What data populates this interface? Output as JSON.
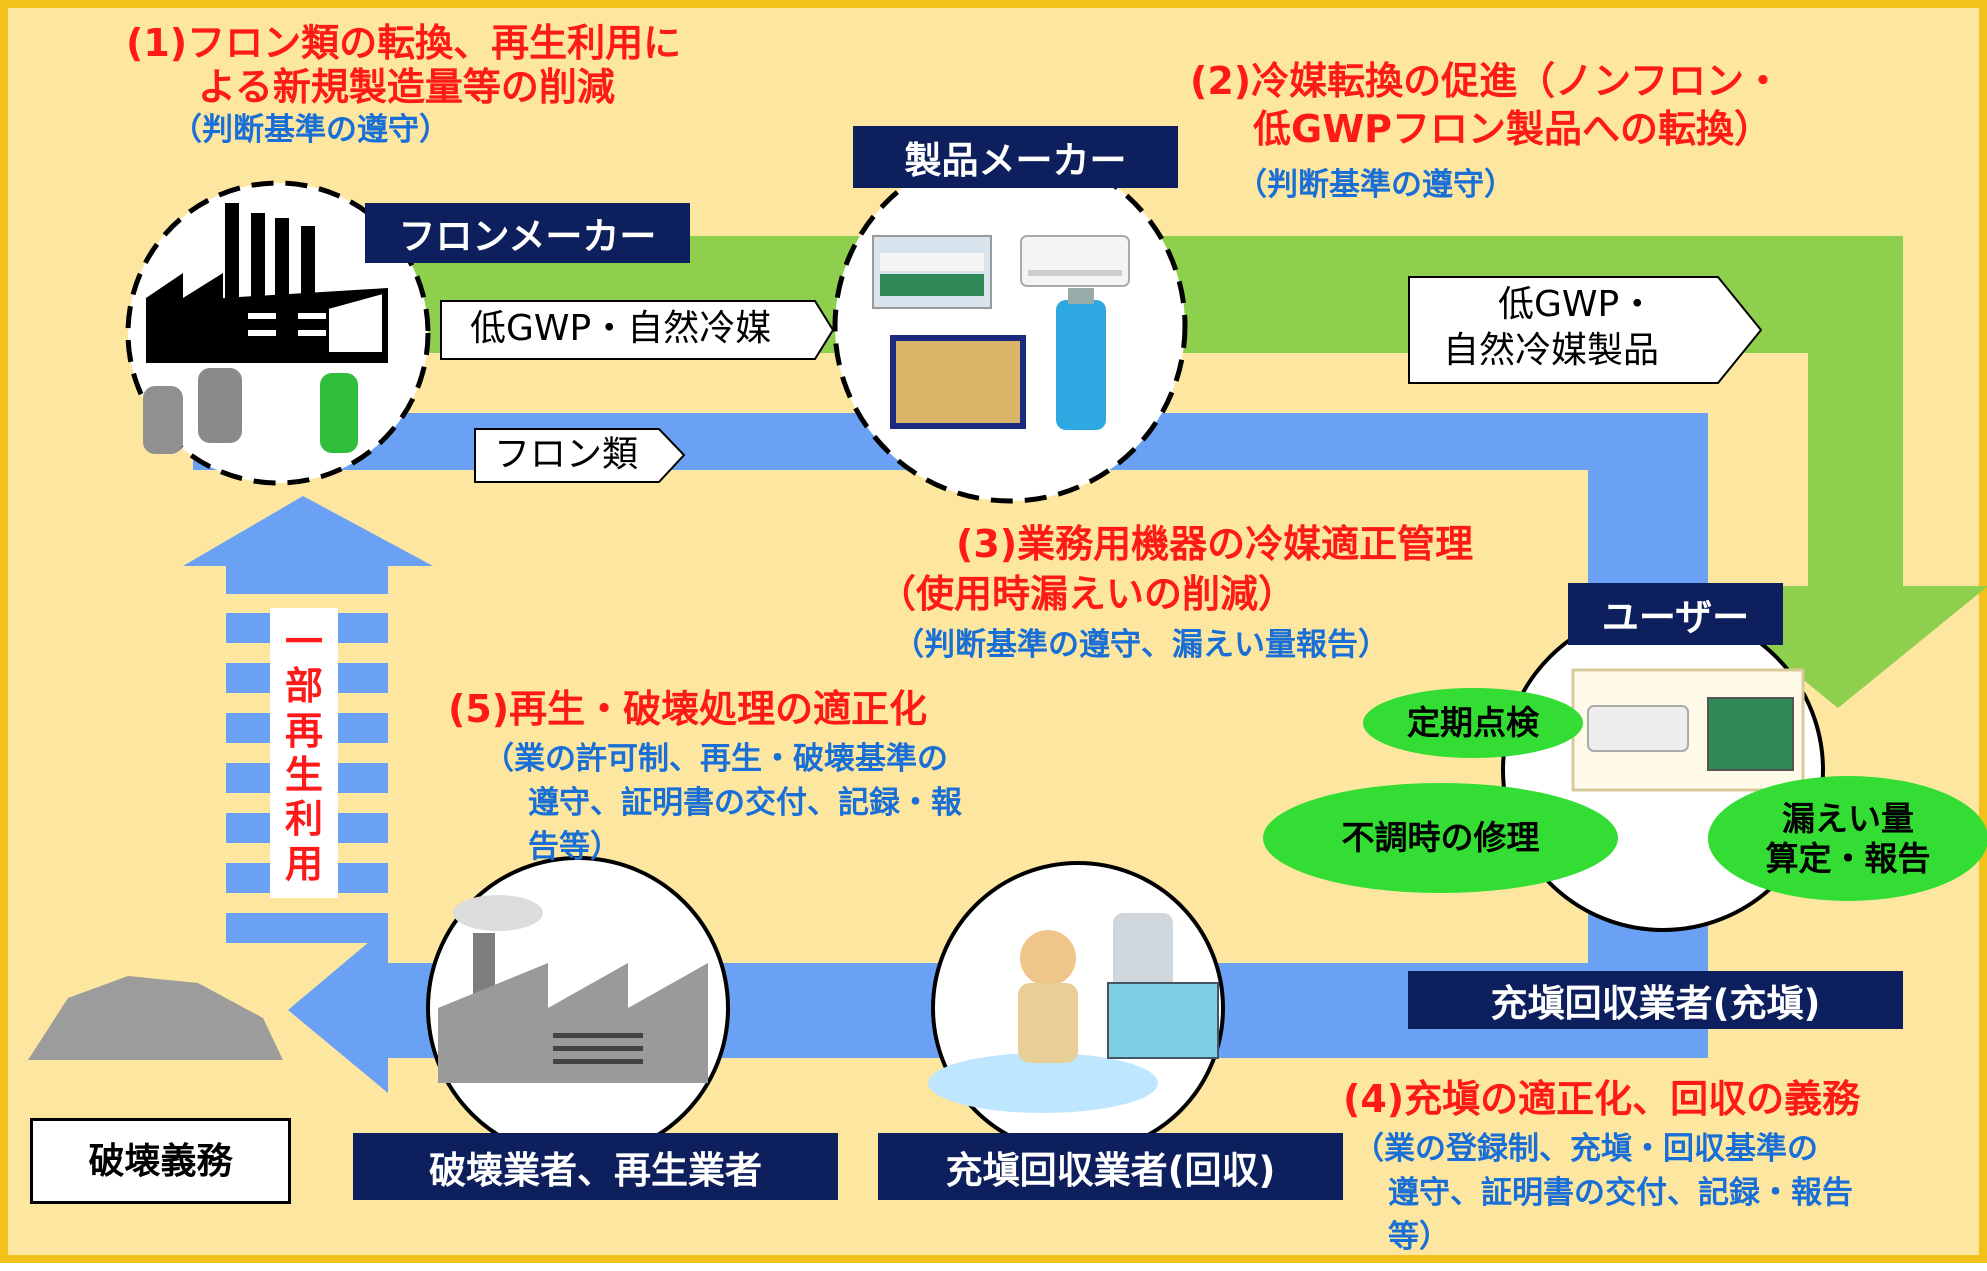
{
  "items": {
    "item1_title": [
      "(1)フロン類の転換、再生利用に",
      "よる新規製造量等の削減"
    ],
    "item1_sub": "（判断基準の遵守）",
    "item2_title": [
      "(2)冷媒転換の促進（ノンフロン・",
      "低GWPフロン製品への転換）"
    ],
    "item2_sub": "（判断基準の遵守）",
    "item3_title": [
      "(3)業務用機器の冷媒適正管理",
      "（使用時漏えいの削減）"
    ],
    "item3_sub": "（判断基準の遵守、漏えい量報告）",
    "item4_title": "(4)充塡の適正化、回収の義務",
    "item4_sub": [
      "（業の登録制、充塡・回収基準の",
      "遵守、証明書の交付、記録・報告",
      "等）"
    ],
    "item5_title": "(5)再生・破壊処理の適正化",
    "item5_sub": [
      "（業の許可制、再生・破壊基準の",
      "遵守、証明書の交付、記録・報",
      "告等）"
    ]
  },
  "actors": {
    "freon_maker": "フロンメーカー",
    "product_maker": "製品メーカー",
    "user": "ユーザー",
    "filling_recovery_fill": "充塡回収業者(充塡)",
    "filling_recovery_recover": "充塡回収業者(回収)",
    "destroyer_recycler": "破壊業者、再生業者",
    "destruction_duty": "破壊義務"
  },
  "flows": {
    "low_gwp": "低GWP・自然冷媒",
    "freon": "フロン類",
    "low_gwp_products": [
      "低GWP・",
      "自然冷媒製品"
    ],
    "partial_recycle": [
      "一",
      "部",
      "再",
      "生",
      "利",
      "用"
    ]
  },
  "user_actions": {
    "inspection": "定期点検",
    "repair": "不調時の修理",
    "leak_report": [
      "漏えい量",
      "算定・報告"
    ]
  },
  "colors": {
    "background": "#fde7a0",
    "green_flow": "#8ed04e",
    "blue_flow": "#6aa1f4",
    "navy_label": "#0d1f5c",
    "heading_red": "#ff1a1a",
    "sub_blue": "#1a6fd6",
    "pill_green": "#33dd33"
  }
}
